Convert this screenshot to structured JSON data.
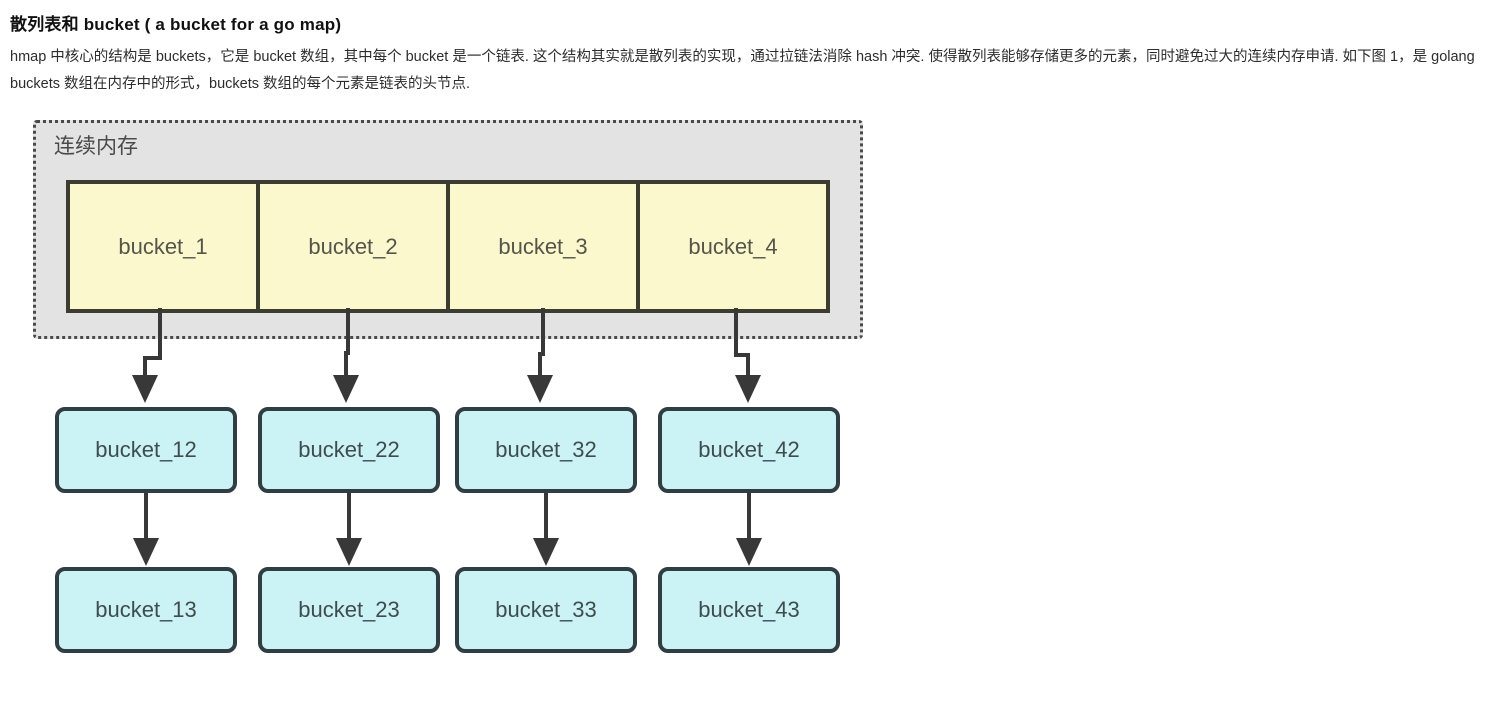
{
  "page": {
    "title": "散列表和 bucket ( a bucket for a go map)",
    "paragraph": "hmap 中核心的结构是 buckets，它是 bucket 数组，其中每个 bucket 是一个链表. 这个结构其实就是散列表的实现，通过拉链法消除 hash 冲突. 使得散列表能够存储更多的元素，同时避免过大的连续内存申请. 如下图 1，是 golang buckets 数组在内存中的形式，buckets 数组的每个元素是链表的头节点."
  },
  "diagram": {
    "memory_label": "连续内存",
    "array_buckets": [
      "bucket_1",
      "bucket_2",
      "bucket_3",
      "bucket_4"
    ],
    "chain_row_1": [
      "bucket_12",
      "bucket_22",
      "bucket_32",
      "bucket_42"
    ],
    "chain_row_2": [
      "bucket_13",
      "bucket_23",
      "bucket_33",
      "bucket_43"
    ],
    "colors": {
      "array_bucket_fill": "#FAF8CC",
      "array_bucket_border": "#3C3C30",
      "node_fill": "#CBF3F5",
      "node_border": "#2F3E42",
      "memory_fill": "#E3E3E3",
      "memory_border": "#4A4A4A",
      "arrow": "#383838"
    }
  }
}
